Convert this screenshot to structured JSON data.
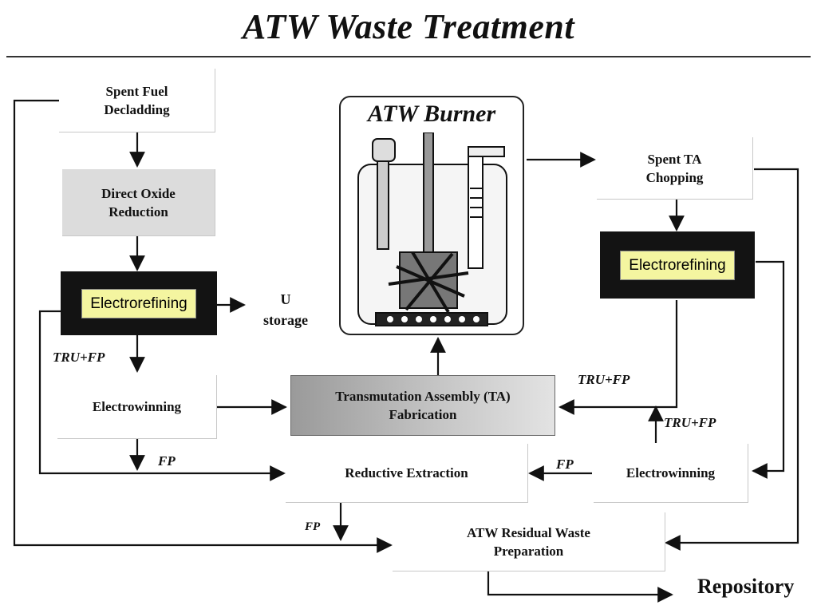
{
  "title": "ATW Waste Treatment",
  "boxes": {
    "spent_fuel": "Spent Fuel\nDecladding",
    "direct_oxide": "Direct Oxide\nReduction",
    "electrorefining_left": "Electrorefining",
    "electrowinning_left": "Electrowinning",
    "burner": "ATW Burner",
    "spent_ta": "Spent TA\nChopping",
    "electrorefining_right": "Electrorefining",
    "ta_fabrication": "Transmutation Assembly (TA)\nFabrication",
    "reductive_extraction": "Reductive Extraction",
    "electrowinning_right": "Electrowinning",
    "residual_waste": "ATW Residual Waste\nPreparation",
    "repository": "Repository"
  },
  "labels": {
    "u_storage": "U\nstorage",
    "tru_fp_left": "TRU+FP",
    "fp_left": "FP",
    "tru_fp_right_top": "TRU+FP",
    "tru_fp_right_bottom": "TRU+FP",
    "fp_right": "FP",
    "fp_bottom": "FP"
  }
}
